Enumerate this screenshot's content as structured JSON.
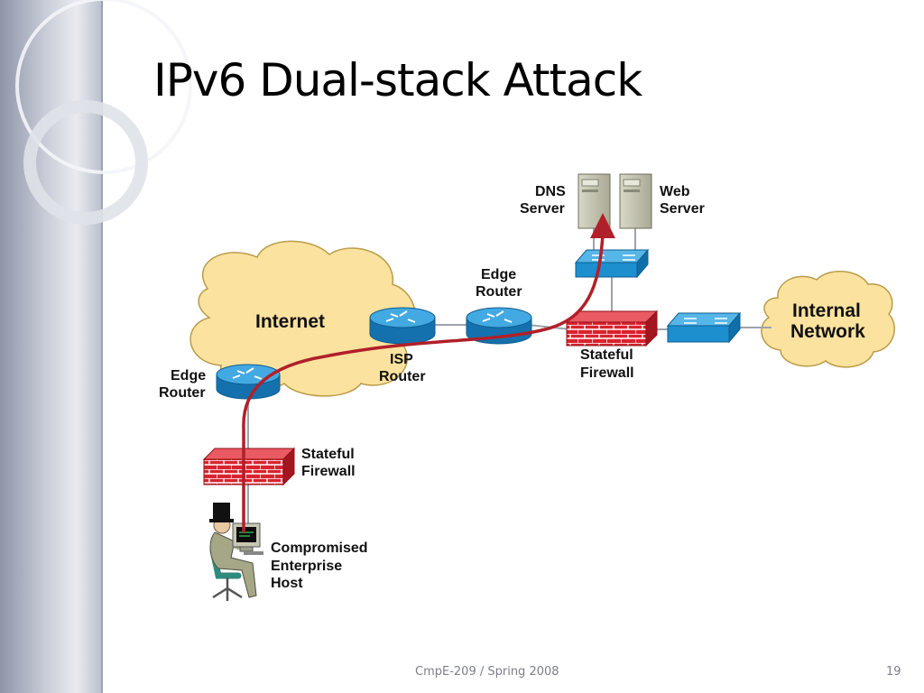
{
  "slide": {
    "title": "IPv6 Dual-stack Attack",
    "footer_course": "CmpE-209 / Spring 2008",
    "footer_page": "19"
  },
  "diagram": {
    "internet_cloud": "Internet",
    "internal_cloud": [
      "Internal",
      "Network"
    ],
    "dns_server": [
      "DNS",
      "Server"
    ],
    "web_server": [
      "Web",
      "Server"
    ],
    "edge_router_left": [
      "Edge",
      "Router"
    ],
    "isp_router": [
      "ISP",
      "Router"
    ],
    "edge_router_right": [
      "Edge",
      "Router"
    ],
    "firewall_lower": [
      "Stateful",
      "Firewall"
    ],
    "firewall_upper": [
      "Stateful",
      "Firewall"
    ],
    "host": [
      "Compromised",
      "Enterprise",
      "Host"
    ]
  },
  "colors": {
    "cloud": "#fbe29e",
    "router": "#1d8fcf",
    "firewall": "#d9232e",
    "attack_path": "#b0202a",
    "server": "#c7c7b3"
  }
}
